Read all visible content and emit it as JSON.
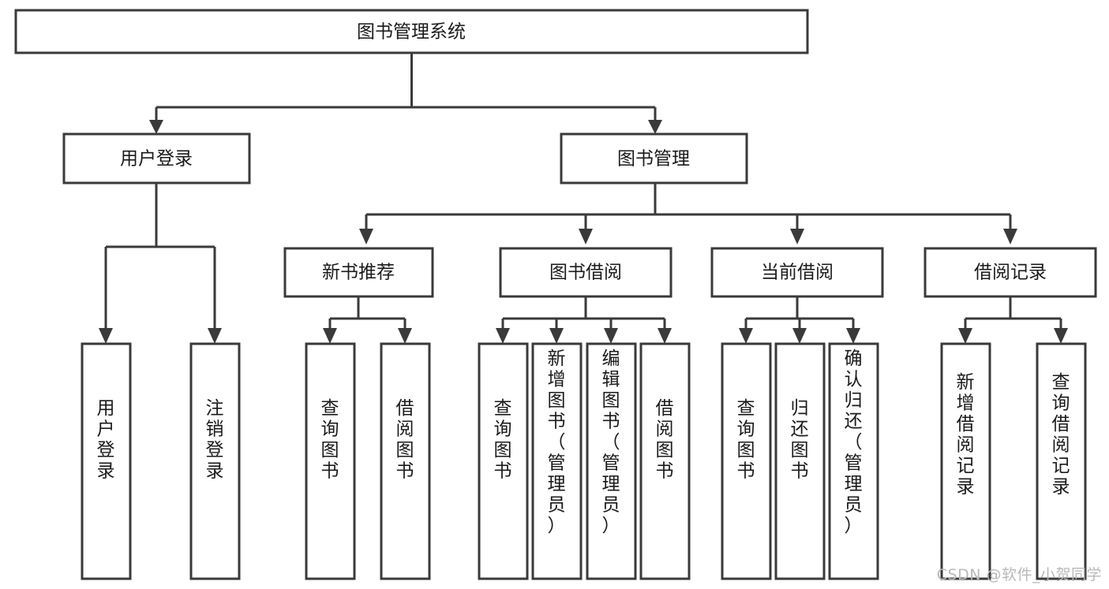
{
  "diagram": {
    "type": "tree",
    "title": "图书管理系统",
    "watermark": "CSDN @软件_小贺同学",
    "colors": {
      "stroke": "#3a3a3a",
      "box_fill": "#ffffff",
      "text": "#1a1a1a",
      "background": "#ffffff",
      "watermark": "#b9b9b9"
    },
    "levels": {
      "root": {
        "label": "图书管理系统"
      },
      "level2": [
        {
          "label": "用户登录"
        },
        {
          "label": "图书管理"
        }
      ],
      "level3": [
        {
          "label": "新书推荐"
        },
        {
          "label": "图书借阅"
        },
        {
          "label": "当前借阅"
        },
        {
          "label": "借阅记录"
        }
      ],
      "leaves": [
        {
          "label": "用户登录",
          "parent": "用户登录"
        },
        {
          "label": "注销登录",
          "parent": "用户登录"
        },
        {
          "label": "查询图书",
          "parent": "新书推荐"
        },
        {
          "label": "借阅图书",
          "parent": "新书推荐"
        },
        {
          "label": "查询图书",
          "parent": "图书借阅"
        },
        {
          "label": "新增图书（管理员）",
          "parent": "图书借阅"
        },
        {
          "label": "编辑图书（管理员）",
          "parent": "图书借阅"
        },
        {
          "label": "借阅图书",
          "parent": "图书借阅"
        },
        {
          "label": "查询图书",
          "parent": "当前借阅"
        },
        {
          "label": "归还图书",
          "parent": "当前借阅"
        },
        {
          "label": "确认归还（管理员）",
          "parent": "当前借阅"
        },
        {
          "label": "新增借阅记录",
          "parent": "借阅记录"
        },
        {
          "label": "查询借阅记录",
          "parent": "借阅记录"
        }
      ]
    }
  }
}
